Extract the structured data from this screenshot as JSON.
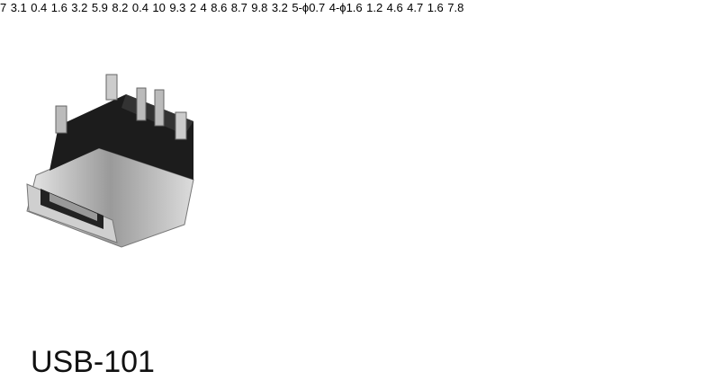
{
  "product": {
    "model": "USB-101"
  },
  "front_view": {
    "width_top": "7",
    "height": "3.1",
    "pin_width_left": "0.4",
    "pitch": "1.6",
    "span_3": "3.2",
    "span_legs": "5.9",
    "overall_width": "8.2",
    "tab_width": "0.4"
  },
  "side_view": {
    "overall_length": "10",
    "body_length": "9.3",
    "pin_height": "2",
    "tab_offset": "4",
    "d1": "8.6",
    "d2": "8.7",
    "d3": "9.8"
  },
  "footprint": {
    "pad_pitch_top": "3.2",
    "small_holes": "5-ϕ0.7",
    "large_holes": "4-ϕ1.6",
    "row_offset": "1.2",
    "hole_pitch_v_right": "4.6",
    "hole_pitch_v_left": "4.7",
    "pad_pitch_bottom": "1.6",
    "hole_pitch_h": "7.8"
  }
}
